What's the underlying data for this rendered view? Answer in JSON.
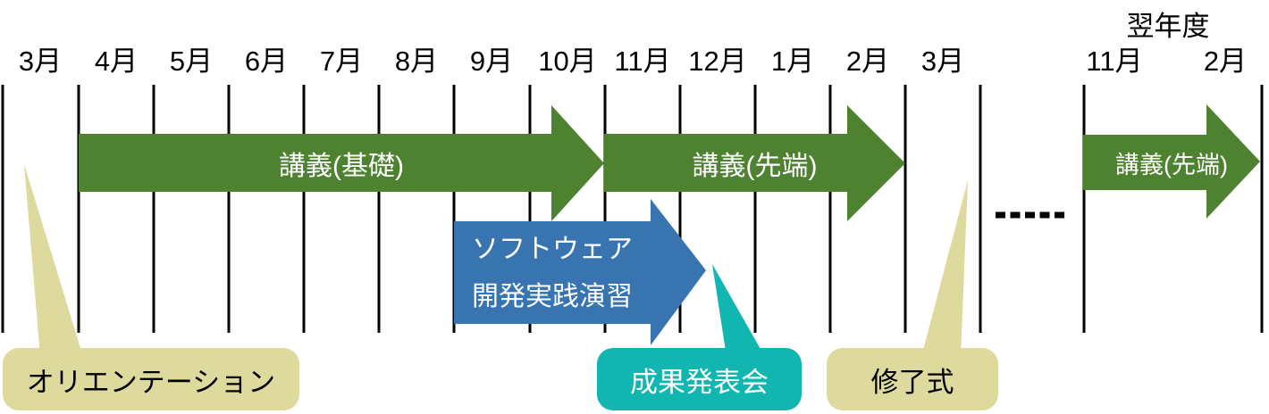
{
  "colors": {
    "lecture_arrow_green": "#4e8231",
    "practice_arrow_blue": "#3774b0",
    "results_callout_teal": "#12b6b0",
    "event_callout_tan": "#ded99c",
    "tick_black": "#000000",
    "arrow_text_white": "#ffffff"
  },
  "timeline": {
    "months": [
      "3月",
      "4月",
      "5月",
      "6月",
      "7月",
      "8月",
      "9月",
      "10月",
      "11月",
      "12月",
      "1月",
      "2月",
      "3月"
    ],
    "next_year": {
      "heading": "翌年度",
      "months": [
        "11月",
        "2月"
      ]
    }
  },
  "arrows": {
    "lecture_basic": "講義(基礎)",
    "lecture_advanced": "講義(先端)",
    "lecture_advanced_next": "講義(先端)",
    "software_practice_line1": "ソフトウェア",
    "software_practice_line2": "開発実践演習"
  },
  "callouts": {
    "orientation": "オリエンテーション",
    "results_presentation": "成果発表会",
    "closing_ceremony": "修了式"
  }
}
